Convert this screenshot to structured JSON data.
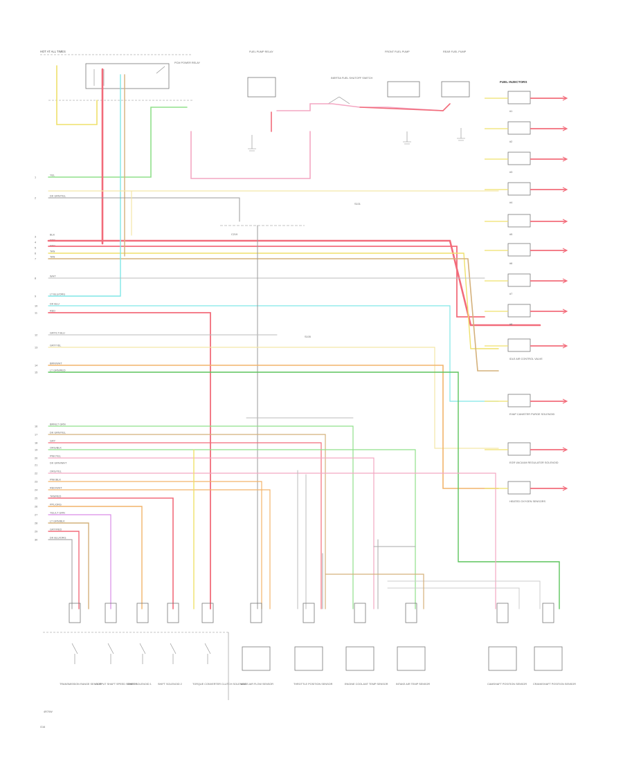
{
  "diagram": {
    "source_label": "HOT AT ALL TIMES",
    "footer_label": "G16",
    "footer_note": "4R70W",
    "connector_label": "C219",
    "splice_labels": [
      "S101",
      "S105"
    ],
    "top_relays": [
      {
        "label": "PCM POWER RELAY"
      },
      {
        "label": "FUEL PUMP RELAY"
      },
      {
        "label": "INERTIA FUEL SHUTOFF SWITCH"
      },
      {
        "label": "FRONT FUEL PUMP"
      },
      {
        "label": "REAR FUEL PUMP"
      }
    ],
    "left_pins": [
      "1",
      "2",
      "3",
      "4",
      "5",
      "6",
      "7",
      "8",
      "9",
      "10",
      "11",
      "12",
      "13",
      "14",
      "15",
      "16",
      "17",
      "18",
      "19",
      "20",
      "21",
      "22",
      "23",
      "24",
      "25",
      "26",
      "27",
      "28",
      "29",
      "30"
    ],
    "left_wire_labels": [
      "YEL",
      "DK GRN/YEL",
      "BLK",
      "RED",
      "RED",
      "TAN",
      "TAN",
      "WHT",
      "LT BLU/ORG",
      "DK BLU",
      "RED",
      "GRY/LT BLU",
      "GRY/YEL",
      "BRN/WHT",
      "LT GRN/RED",
      "BRN/LT GRN",
      "DK GRN/YEL",
      "GRY",
      "ORG/BLK",
      "PNK/YEL",
      "DK GRN/WHT",
      "ORG/YEL",
      "PNK/BLK",
      "RED/WHT",
      "TAN/RED",
      "PPL/ORG",
      "YEL/LT GRN",
      "LT GRN/BLK",
      "GRY/RED",
      "DK BLU/ORG"
    ],
    "right_components": [
      {
        "label": "FUEL INJECTORS"
      },
      {
        "label": "#1"
      },
      {
        "label": "#2"
      },
      {
        "label": "#3"
      },
      {
        "label": "#4"
      },
      {
        "label": "#5"
      },
      {
        "label": "#6"
      },
      {
        "label": "#7"
      },
      {
        "label": "#8"
      },
      {
        "label": "IDLE AIR CONTROL VALVE"
      },
      {
        "label": "EVAP CANISTER PURGE SOLENOID"
      },
      {
        "label": "EGR VACUUM REGULATOR SOLENOID"
      },
      {
        "label": "HEATED OXYGEN SENSORS"
      }
    ],
    "bottom_components": [
      {
        "label": "TRANSMISSION RANGE SENSOR"
      },
      {
        "label": "OUTPUT SHAFT SPEED SENSOR"
      },
      {
        "label": "SHIFT SOLENOID 1"
      },
      {
        "label": "SHIFT SOLENOID 2"
      },
      {
        "label": "TORQUE CONVERTER CLUTCH SOLENOID"
      },
      {
        "label": "MASS AIR FLOW SENSOR"
      },
      {
        "label": "THROTTLE POSITION SENSOR"
      },
      {
        "label": "ENGINE COOLANT TEMP SENSOR"
      },
      {
        "label": "INTAKE AIR TEMP SENSOR"
      },
      {
        "label": "CAMSHAFT POSITION SENSOR"
      },
      {
        "label": "CRANKSHAFT POSITION SENSOR"
      }
    ],
    "colors": {
      "red": "#f26b7a",
      "pink": "#f3a6c2",
      "yellow": "#efe06a",
      "green": "#8fe08a",
      "cyan": "#7fe6e6",
      "orange": "#f2b36a",
      "tan": "#d4b07a",
      "gray": "#aaaaaa",
      "violet": "#d98ce6",
      "dkgreen": "#5cc45c"
    }
  }
}
